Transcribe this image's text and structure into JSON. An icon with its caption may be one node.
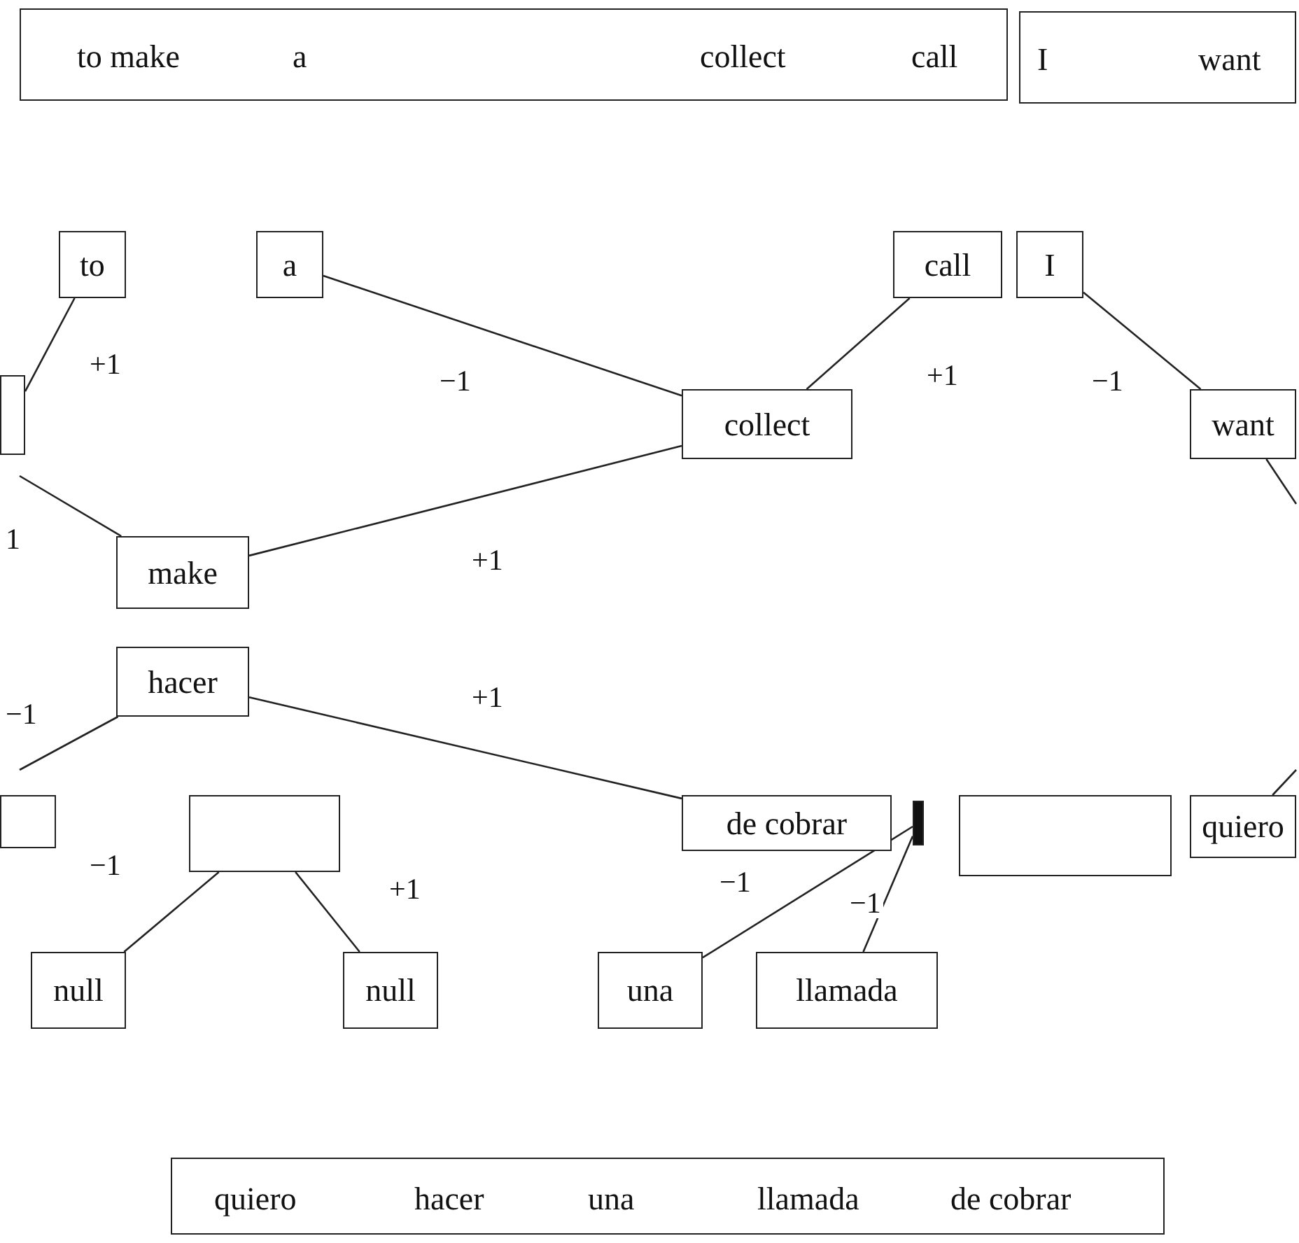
{
  "diagram": {
    "nodes": [
      {
        "text": [
          "to make",
          "a",
          "collect",
          "call"
        ]
      },
      {
        "text": [
          "I",
          "want"
        ]
      },
      {
        "text": [
          "to"
        ]
      },
      {
        "text": [
          "a"
        ]
      },
      {
        "text": [
          "call"
        ]
      },
      {
        "text": [
          "I"
        ]
      },
      {
        "text": [],
        "shape": "box"
      },
      {
        "text": [
          "collect"
        ]
      },
      {
        "text": [
          "want"
        ]
      },
      {
        "text": [
          "make"
        ]
      },
      {
        "text": [
          "hacer"
        ]
      },
      {
        "text": [],
        "shape": "box"
      },
      {
        "text": [],
        "shape": "box"
      },
      {
        "text": [
          "de cobrar"
        ]
      },
      {
        "text": [],
        "shape": "bar"
      },
      {
        "text": [],
        "shape": "box"
      },
      {
        "text": [
          "quiero"
        ]
      },
      {
        "text": [
          "null"
        ]
      },
      {
        "text": [
          "null"
        ]
      },
      {
        "text": [
          "una"
        ]
      },
      {
        "text": [
          "llamada"
        ]
      },
      {
        "text": [
          "quiero",
          "hacer",
          "una",
          "llamada",
          "de cobrar"
        ]
      }
    ],
    "edges": [
      {
        "from": 2,
        "to": 6,
        "arrow": "none",
        "label": "+1"
      },
      {
        "from": 3,
        "to": 7,
        "arrow": "none",
        "label": "−1"
      },
      {
        "from": 4,
        "to": 7,
        "arrow": "none",
        "label": "+1"
      },
      {
        "from": 5,
        "to": 8,
        "arrow": "none",
        "label": "−1"
      },
      {
        "from": 8,
        "to": null,
        "arrow": "none"
      },
      {
        "from": null,
        "to": 9,
        "arrow": "none",
        "label": "1"
      },
      {
        "from": 9,
        "to": 7,
        "arrow": "none",
        "label": "+1"
      },
      {
        "from": 10,
        "to": 13,
        "arrow": "none",
        "label": "+1"
      },
      {
        "from": null,
        "to": 10,
        "arrow": "none",
        "label": "−1"
      },
      {
        "from": null,
        "to": 16,
        "arrow": "none"
      },
      {
        "from": 12,
        "to": 17,
        "arrow": "none",
        "label": "−1"
      },
      {
        "from": 12,
        "to": 18,
        "arrow": "none",
        "label": "+1"
      },
      {
        "from": 14,
        "to": 19,
        "arrow": "none",
        "label": "−1"
      },
      {
        "from": 14,
        "to": 20,
        "arrow": "none",
        "label": "−1"
      }
    ]
  }
}
